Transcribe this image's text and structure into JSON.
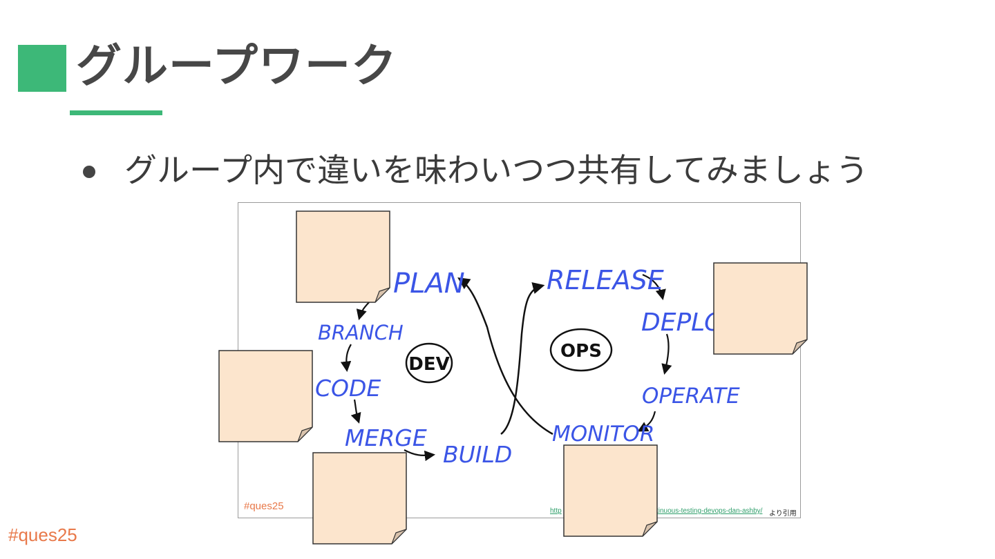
{
  "slide": {
    "title": "グループワーク",
    "bullet": "グループ内で違いを味わいつつ共有してみましょう",
    "hashtag": "#ques25"
  },
  "figure": {
    "inner_hashtag": "#ques25",
    "credit_link": "http",
    "credit_link_tail": "tinuous-testing-devops-dan-ashby/",
    "credit_suffix": "より引用",
    "dev_label": "DEV",
    "ops_label": "OPS",
    "stages": {
      "plan": "PLAN",
      "branch": "BRANCH",
      "code": "CODE",
      "merge": "MERGE",
      "build": "BUILD",
      "release": "RELEASE",
      "deploy": "DEPLOY",
      "operate": "OPERATE",
      "monitor": "MONITOR"
    }
  },
  "colors": {
    "accent": "#3db878",
    "title": "#474747",
    "hashtag": "#e8794a",
    "stage_text": "#3b55e6",
    "sticky_fill": "#fce5cd",
    "sticky_fold": "#d9c3ad"
  }
}
